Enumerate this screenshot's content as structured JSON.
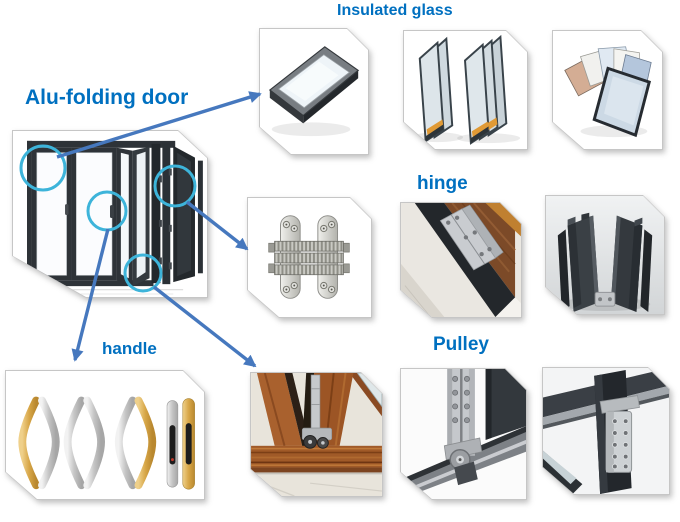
{
  "title": "Alu-folding door components diagram",
  "labels": {
    "door": "Alu-folding door",
    "insulated_glass": "Insulated glass",
    "hinge": "hinge",
    "handle": "handle",
    "pulley": "Pulley"
  },
  "colors": {
    "label_text": "#0070C0",
    "arrow": "#4678BE",
    "callout_circle": "#3DB4DA",
    "card_border": "#C6C6C6",
    "door_frame": "#2E3338",
    "wood": "#A05A28",
    "gold": "#D7A647",
    "silver": "#C8CBCE",
    "glass_spacer": "#E09A35"
  },
  "images": [
    {
      "id": "alu-folding-door-photo"
    },
    {
      "id": "insulated-glass-angled-photo"
    },
    {
      "id": "insulated-glass-double-triple-photo"
    },
    {
      "id": "glass-color-samples-photo"
    },
    {
      "id": "concealed-hinge-photo"
    },
    {
      "id": "installed-door-hinge-photo"
    },
    {
      "id": "aluminium-profiles-photo"
    },
    {
      "id": "door-handles-photo"
    },
    {
      "id": "wood-door-bottom-pulley-photo"
    },
    {
      "id": "aluminium-door-pulley-photo"
    },
    {
      "id": "pulley-hardware-closeup-photo"
    }
  ]
}
